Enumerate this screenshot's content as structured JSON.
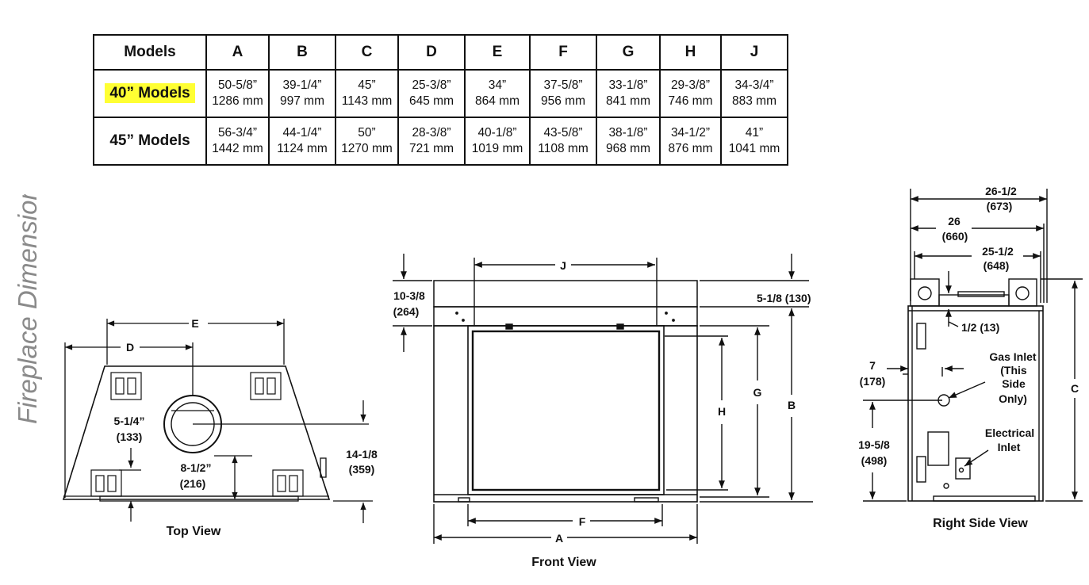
{
  "side_title": "Fireplace Dimensions",
  "table": {
    "columns": [
      "Models",
      "A",
      "B",
      "C",
      "D",
      "E",
      "F",
      "G",
      "H",
      "J"
    ],
    "rows": [
      {
        "model": "40” Models",
        "highlight": "#ffff33",
        "cells": [
          [
            "50-5/8”",
            "1286 mm"
          ],
          [
            "39-1/4”",
            "997 mm"
          ],
          [
            "45”",
            "1143 mm"
          ],
          [
            "25-3/8”",
            "645 mm"
          ],
          [
            "34”",
            "864 mm"
          ],
          [
            "37-5/8”",
            "956 mm"
          ],
          [
            "33-1/8”",
            "841 mm"
          ],
          [
            "29-3/8”",
            "746 mm"
          ],
          [
            "34-3/4”",
            "883 mm"
          ]
        ]
      },
      {
        "model": "45” Models",
        "cells": [
          [
            "56-3/4”",
            "1442 mm"
          ],
          [
            "44-1/4”",
            "1124 mm"
          ],
          [
            "50”",
            "1270 mm"
          ],
          [
            "28-3/8”",
            "721 mm"
          ],
          [
            "40-1/8”",
            "1019 mm"
          ],
          [
            "43-5/8”",
            "1108 mm"
          ],
          [
            "38-1/8”",
            "968 mm"
          ],
          [
            "34-1/2”",
            "876 mm"
          ],
          [
            "41”",
            "1041 mm"
          ]
        ]
      }
    ]
  },
  "top_view": {
    "caption": "Top View",
    "labels": {
      "E": "E",
      "D": "D",
      "dim_5_1_4": "5-1/4”",
      "dim_133": "(133)",
      "dim_8_1_2": "8-1/2”",
      "dim_216": "(216)",
      "dim_14_1_8": "14-1/8",
      "dim_359": "(359)"
    }
  },
  "front_view": {
    "caption": "Front View",
    "labels": {
      "J": "J",
      "A": "A",
      "F": "F",
      "H": "H",
      "G": "G",
      "B": "B",
      "dim_10_3_8": "10-3/8",
      "dim_264": "(264)",
      "dim_5_1_8": "5-1/8 (130)"
    }
  },
  "side_view": {
    "caption": "Right Side View",
    "labels": {
      "dim_26_1_2": "26-1/2",
      "dim_673": "(673)",
      "dim_26": "26",
      "dim_660": "(660)",
      "dim_25_1_2": "25-1/2",
      "dim_648": "(648)",
      "dim_1_2": "1/2 (13)",
      "gas_1": "Gas Inlet",
      "gas_2": "(This",
      "gas_3": "Side",
      "gas_4": "Only)",
      "dim_7": "7",
      "dim_178": "(178)",
      "C": "C",
      "dim_19_5_8": "19-5/8",
      "dim_498": "(498)",
      "elec_1": "Electrical",
      "elec_2": "Inlet"
    }
  }
}
